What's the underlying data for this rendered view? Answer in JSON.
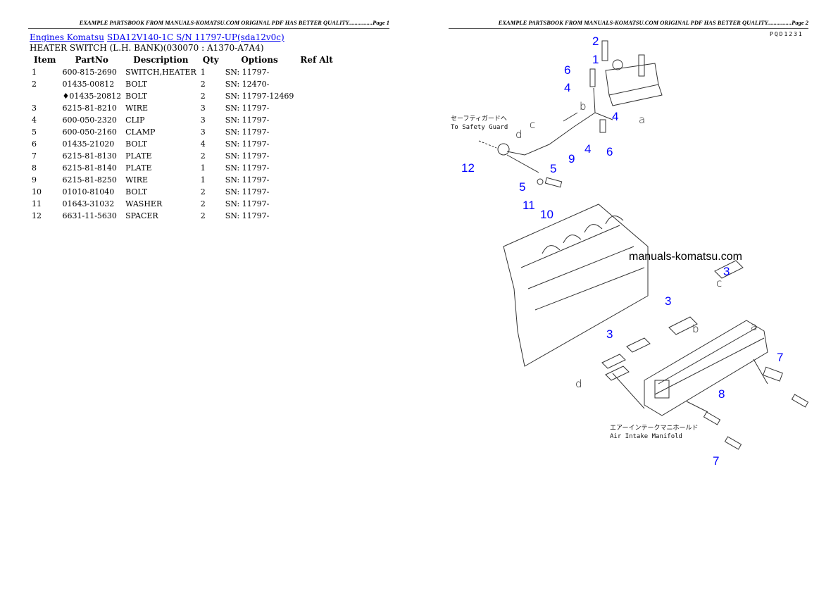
{
  "header": {
    "page1": "EXAMPLE PARTSBOOK FROM MANUALS-KOMATSU.COM ORIGINAL PDF HAS BETTER QUALITY................Page 1",
    "page2": "EXAMPLE PARTSBOOK FROM MANUALS-KOMATSU.COM ORIGINAL PDF HAS BETTER QUALITY................Page 2"
  },
  "breadcrumb": {
    "link1": "Engines Komatsu",
    "link2": "SDA12V140-1C S/N 11797-UP(sda12v0c)"
  },
  "section_title": "HEATER SWITCH (L.H. BANK)(030070 : A1370-A7A4)",
  "table": {
    "headers": [
      "Item",
      "PartNo",
      "Description",
      "Qty",
      "Options",
      "Ref Alt"
    ],
    "rows": [
      [
        "1",
        "600-815-2690",
        "SWITCH,HEATER",
        "1",
        "SN: 11797-"
      ],
      [
        "2",
        "01435-00812",
        "BOLT",
        "2",
        "SN: 12470-"
      ],
      [
        "",
        "♦01435-20812",
        "BOLT",
        "2",
        "SN: 11797-12469"
      ],
      [
        "3",
        "6215-81-8210",
        "WIRE",
        "3",
        "SN: 11797-"
      ],
      [
        "4",
        "600-050-2320",
        "CLIP",
        "3",
        "SN: 11797-"
      ],
      [
        "5",
        "600-050-2160",
        "CLAMP",
        "3",
        "SN: 11797-"
      ],
      [
        "6",
        "01435-21020",
        "BOLT",
        "4",
        "SN: 11797-"
      ],
      [
        "7",
        "6215-81-8130",
        "PLATE",
        "2",
        "SN: 11797-"
      ],
      [
        "8",
        "6215-81-8140",
        "PLATE",
        "1",
        "SN: 11797-"
      ],
      [
        "9",
        "6215-81-8250",
        "WIRE",
        "1",
        "SN: 11797-"
      ],
      [
        "10",
        "01010-81040",
        "BOLT",
        "2",
        "SN: 11797-"
      ],
      [
        "11",
        "01643-31032",
        "WASHER",
        "2",
        "SN: 11797-"
      ],
      [
        "12",
        "6631-11-5630",
        "SPACER",
        "2",
        "SN: 11797-"
      ]
    ]
  },
  "diagram": {
    "ref_code": "PQD1231",
    "watermark": "manuals-komatsu.com",
    "callouts": [
      "2",
      "1",
      "6",
      "4",
      "4",
      "6",
      "4",
      "9",
      "5",
      "12",
      "5",
      "11",
      "10",
      "3",
      "3",
      "3",
      "7",
      "8",
      "7"
    ],
    "letters": [
      "a",
      "b",
      "c",
      "d",
      "c",
      "b",
      "a",
      "d"
    ],
    "safety_guard_jp": "セーフティガードへ",
    "safety_guard_en": "To Safety Guard",
    "manifold_jp": "エアーインテークマニホールド",
    "manifold_en": "Air Intake Manifold",
    "callout_color": "#0000ff"
  }
}
